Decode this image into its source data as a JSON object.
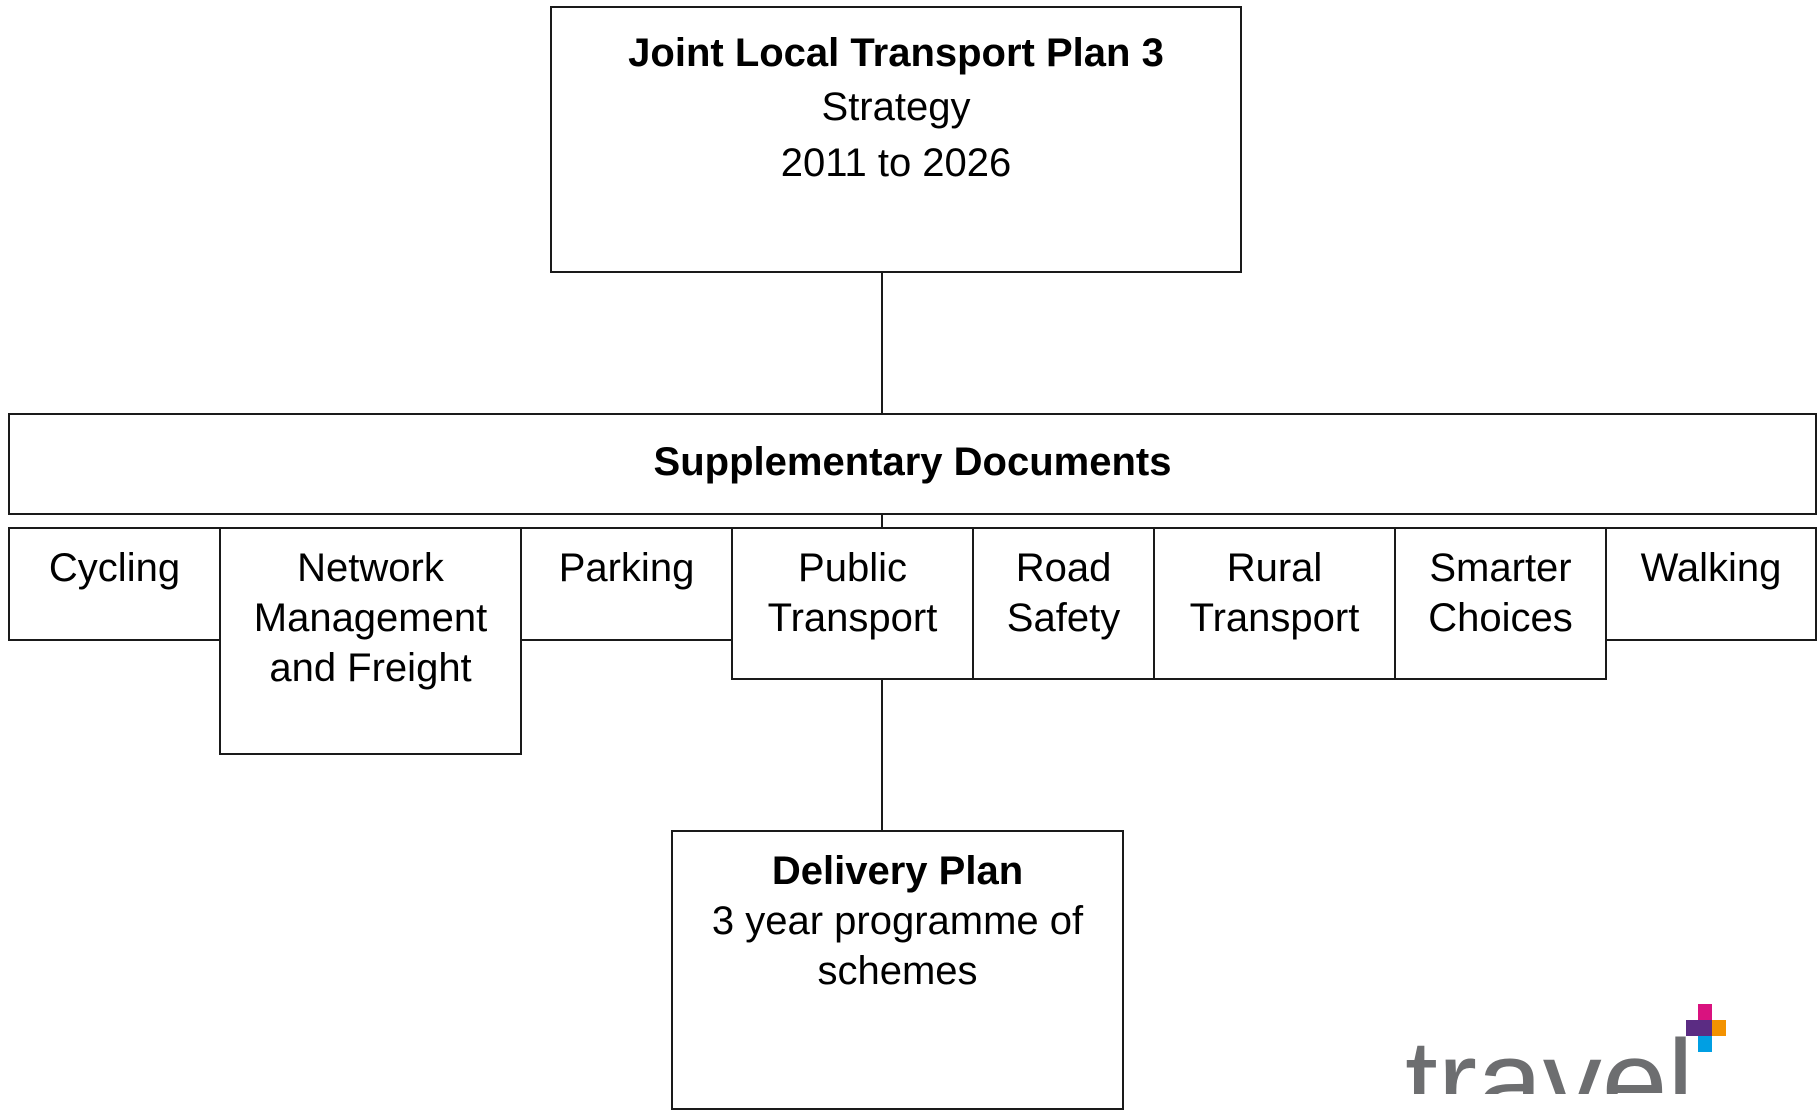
{
  "strategy": {
    "title": "Joint Local Transport Plan 3",
    "subtitle": "Strategy",
    "period": "2011 to 2026"
  },
  "supplementary": {
    "title": "Supplementary Documents"
  },
  "topics": [
    {
      "lines": [
        "Cycling"
      ]
    },
    {
      "lines": [
        "Network",
        "Management",
        "and Freight"
      ]
    },
    {
      "lines": [
        "Parking"
      ]
    },
    {
      "lines": [
        "Public",
        "Transport"
      ]
    },
    {
      "lines": [
        "Road",
        "Safety"
      ]
    },
    {
      "lines": [
        "Rural",
        "Transport"
      ]
    },
    {
      "lines": [
        "Smarter",
        "Choices"
      ]
    },
    {
      "lines": [
        "Walking"
      ]
    }
  ],
  "delivery": {
    "title": "Delivery Plan",
    "line1": "3 year programme of",
    "line2": "schemes"
  },
  "logo": {
    "text": "travel",
    "colors": {
      "magenta": "#d9127f",
      "orange": "#f39200",
      "blue": "#009fe3",
      "purple": "#5b2c83"
    }
  }
}
